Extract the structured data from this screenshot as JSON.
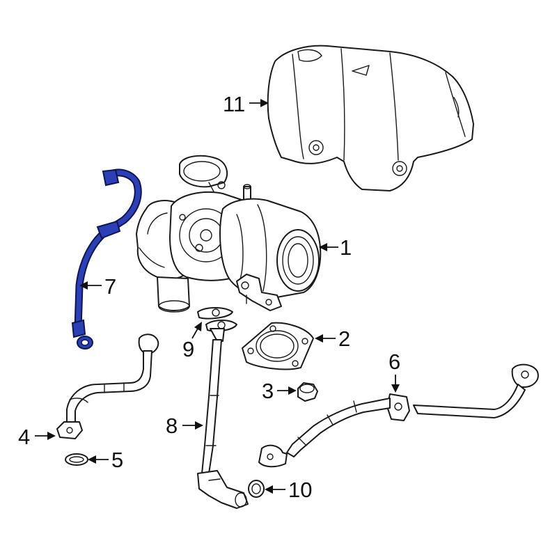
{
  "colors": {
    "line": "#1a1a1a",
    "highlight": "#2b3fb8",
    "highlight_stroke": "#0e1650",
    "background": "#ffffff"
  },
  "callouts": [
    {
      "id": "1",
      "label": "1"
    },
    {
      "id": "2",
      "label": "2"
    },
    {
      "id": "3",
      "label": "3"
    },
    {
      "id": "4",
      "label": "4"
    },
    {
      "id": "5",
      "label": "5"
    },
    {
      "id": "6",
      "label": "6"
    },
    {
      "id": "7",
      "label": "7"
    },
    {
      "id": "8",
      "label": "8"
    },
    {
      "id": "9",
      "label": "9"
    },
    {
      "id": "10",
      "label": "10"
    },
    {
      "id": "11",
      "label": "11"
    }
  ],
  "highlighted_part": "7"
}
